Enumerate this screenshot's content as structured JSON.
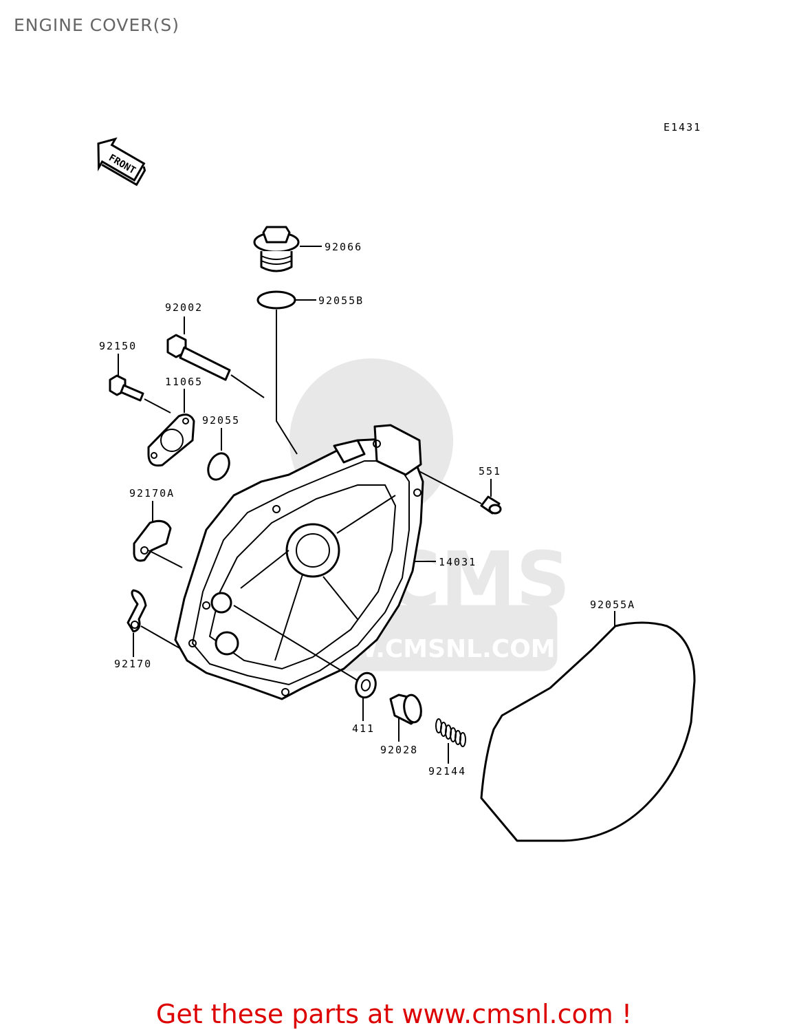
{
  "title": "ENGINE COVER(S)",
  "figure_code": "E1431",
  "front_label": "FRONT",
  "watermark_text": "WWW.CMSNL.COM",
  "watermark_logo": "CMS",
  "parts": [
    {
      "id": "p92066",
      "label": "92066"
    },
    {
      "id": "p92055B",
      "label": "92055B"
    },
    {
      "id": "p92002",
      "label": "92002"
    },
    {
      "id": "p92150",
      "label": "92150"
    },
    {
      "id": "p11065",
      "label": "11065"
    },
    {
      "id": "p92055",
      "label": "92055"
    },
    {
      "id": "p551",
      "label": "551"
    },
    {
      "id": "p92170A",
      "label": "92170A"
    },
    {
      "id": "p14031",
      "label": "14031"
    },
    {
      "id": "p92055A",
      "label": "92055A"
    },
    {
      "id": "p92170",
      "label": "92170"
    },
    {
      "id": "p411",
      "label": "411"
    },
    {
      "id": "p92028",
      "label": "92028"
    },
    {
      "id": "p92144",
      "label": "92144"
    }
  ],
  "call_to_action": "Get these parts at www.cmsnl.com !",
  "colors": {
    "title": "#666666",
    "cta": "#dd0000",
    "watermark": "#e8e8e8"
  }
}
